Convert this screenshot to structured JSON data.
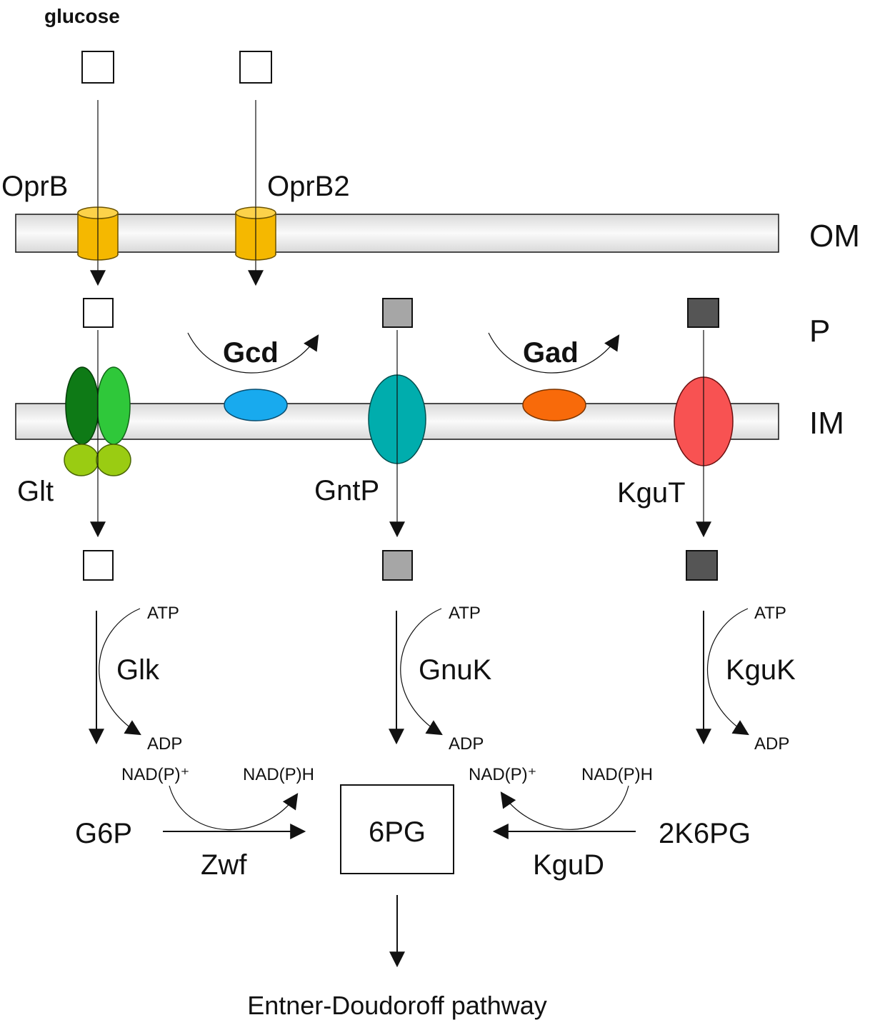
{
  "labels": {
    "glucose": "glucose",
    "oprb": "OprB",
    "oprb2": "OprB2",
    "om": "OM",
    "p": "P",
    "im": "IM",
    "gcd": "Gcd",
    "gad": "Gad",
    "glt": "Glt",
    "gntp": "GntP",
    "kgut": "KguT",
    "glk": "Glk",
    "gnuk": "GnuK",
    "kguk": "KguK",
    "atp": "ATP",
    "adp": "ADP",
    "nadp_plus": "NAD(P)⁺",
    "nadph": "NAD(P)H",
    "g6p": "G6P",
    "zwf": "Zwf",
    "sixpg": "6PG",
    "kgud": "KguD",
    "twok6pg": "2K6PG",
    "ed_pathway": "Entner-Doudoroff pathway"
  },
  "colors": {
    "porin": "#f5b800",
    "glt_dark": "#0e7a16",
    "glt_light": "#2fc83a",
    "glt_lower": "#9acc12",
    "gcd": "#18aaee",
    "gad": "#f86a0a",
    "gntp": "#00adad",
    "kgut": "#f85252",
    "gluconate": "#a6a6a6",
    "ketogluconate": "#555555",
    "glucose": "#ffffff"
  }
}
